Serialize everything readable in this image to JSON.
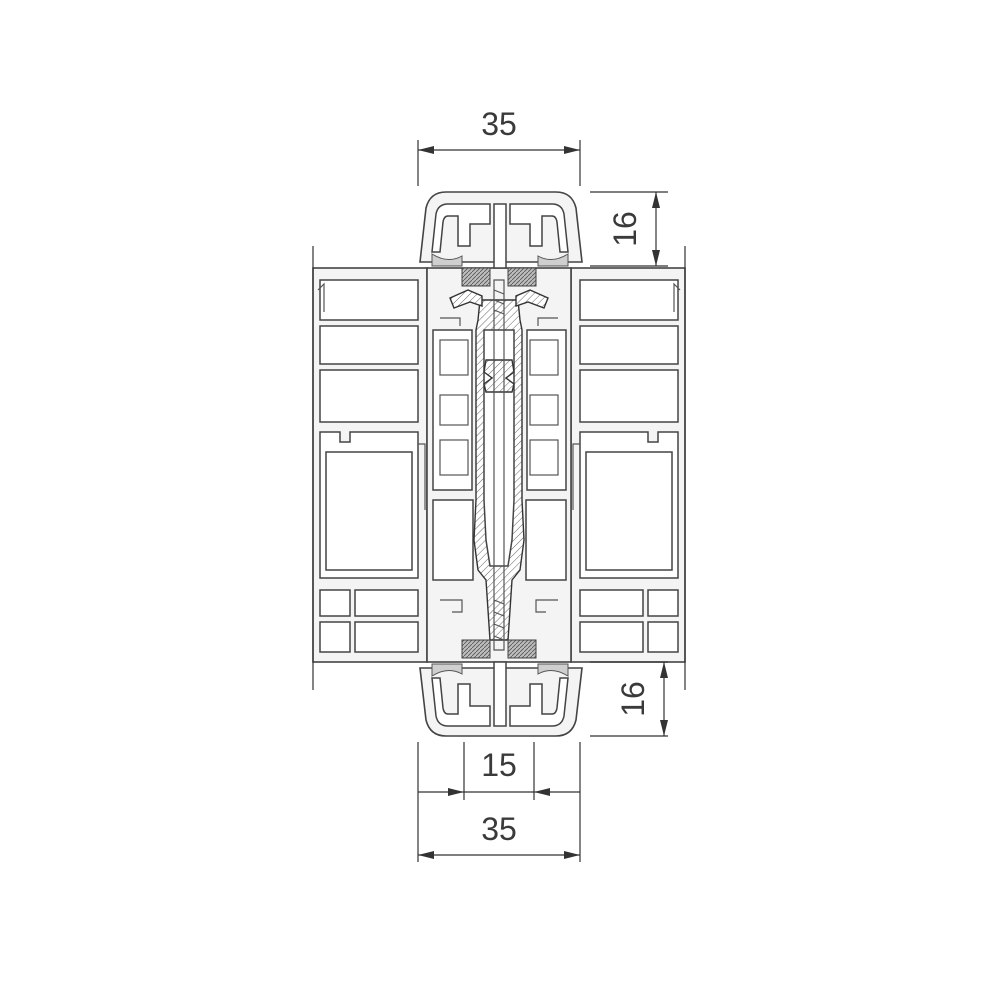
{
  "dimensions": {
    "top_width": "35",
    "top_height": "16",
    "bottom_height": "16",
    "bottom_inner_width": "15",
    "bottom_width": "35"
  },
  "colors": {
    "line": "#444444",
    "fill": "#f4f4f4",
    "gasket": "#cfcfcf"
  }
}
